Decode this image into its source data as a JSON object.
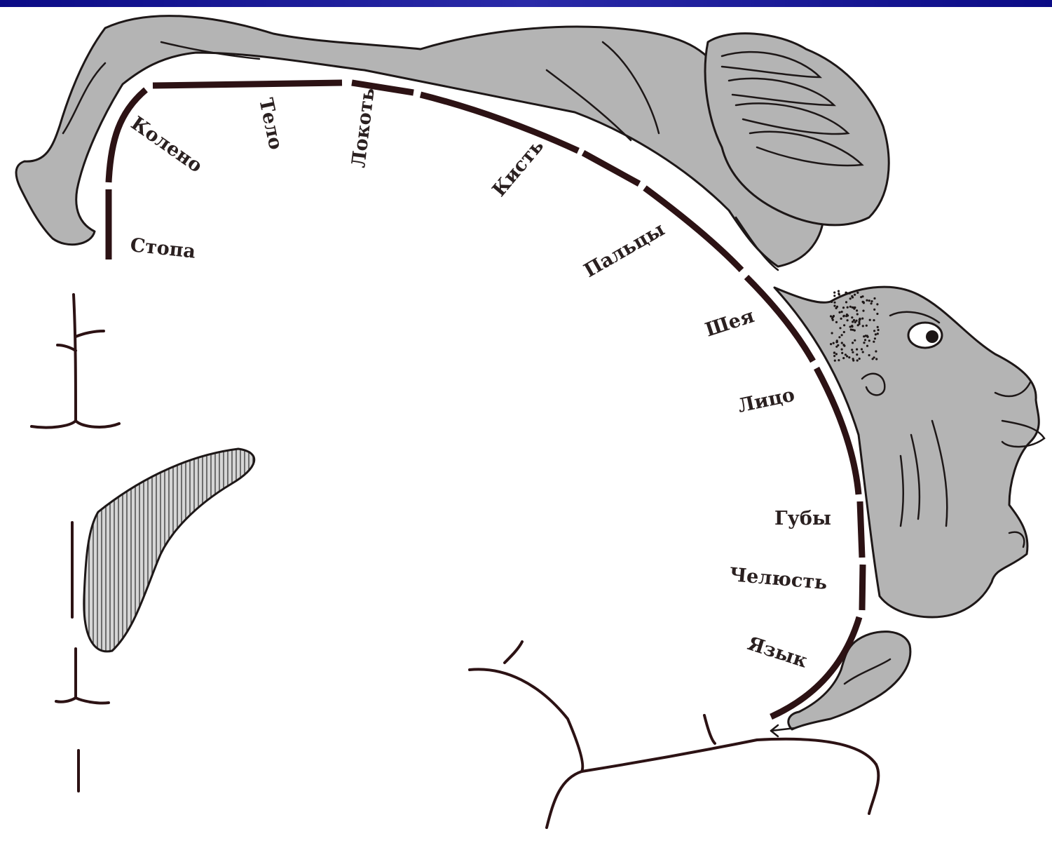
{
  "diagram": {
    "segments": [
      {
        "id": "foot",
        "label": "Стопа"
      },
      {
        "id": "knee",
        "label": "Колено"
      },
      {
        "id": "body",
        "label": "Тело"
      },
      {
        "id": "elbow",
        "label": "Локоть"
      },
      {
        "id": "hand",
        "label": "Кисть"
      },
      {
        "id": "fingers",
        "label": "Пальцы"
      },
      {
        "id": "neck",
        "label": "Шея"
      },
      {
        "id": "face",
        "label": "Лицо"
      },
      {
        "id": "lips",
        "label": "Губы"
      },
      {
        "id": "jaw",
        "label": "Челюсть"
      },
      {
        "id": "tongue",
        "label": "Язык"
      }
    ],
    "colors": {
      "header_band": "#1a1a99",
      "figure_fill": "#b4b4b4",
      "cortex_line": "#2c1214",
      "label_text": "#2a2020"
    }
  }
}
